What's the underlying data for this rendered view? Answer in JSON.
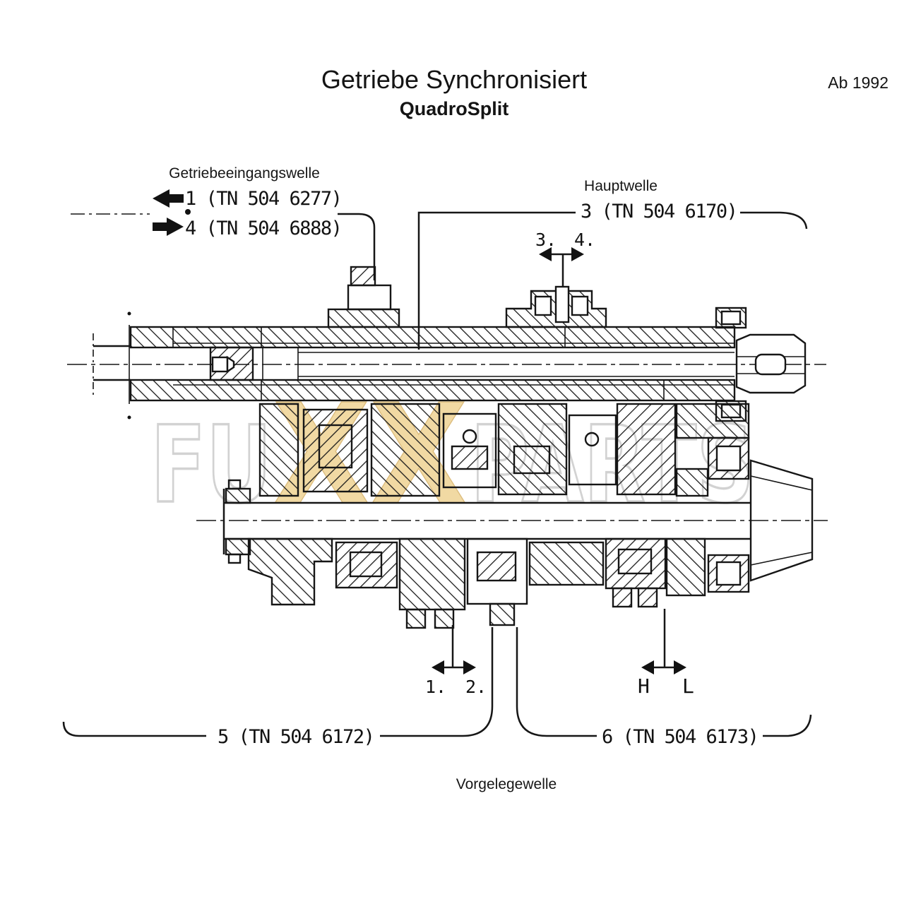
{
  "header": {
    "title": "Getriebe Synchronisiert",
    "subtitle": "QuadroSplit",
    "edition": "Ab 1992"
  },
  "shaft_labels": {
    "input": "Getriebeeingangswelle",
    "main": "Hauptwelle",
    "counter": "Vorgelegewelle"
  },
  "parts": {
    "p1": "1 (TN 504 6277)",
    "p4": "4 (TN 504 6888)",
    "p3": "3 (TN 504 6170)",
    "p5": "5 (TN 504 6172)",
    "p6": "6 (TN 504 6173)"
  },
  "markers": {
    "g3": "3.",
    "g4": "4.",
    "g1": "1.",
    "g2": "2.",
    "high": "H",
    "low": "L"
  },
  "watermark": {
    "left": "FU",
    "mid": "XX",
    "right": "PARTS"
  },
  "colors": {
    "line": "#161616",
    "watermark_tan": "#f1d9a3",
    "watermark_gray": "#d2d2d2"
  }
}
